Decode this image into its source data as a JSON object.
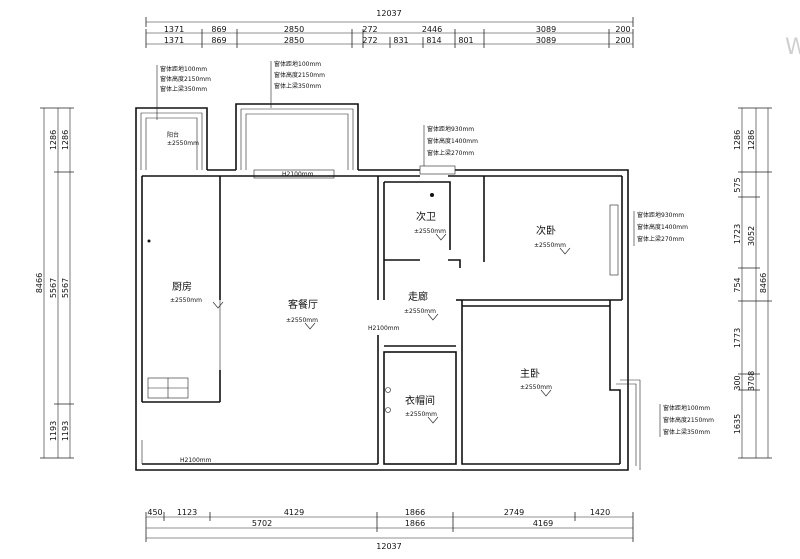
{
  "watermark": "W",
  "dimensions": {
    "top_total": "12037",
    "top_row1": [
      "1371",
      "869",
      "2850",
      "272",
      "2446",
      "3089",
      "200"
    ],
    "top_row2": [
      "1371",
      "869",
      "2850",
      "272",
      "831",
      "814",
      "801",
      "3089",
      "200"
    ],
    "bottom_row1": [
      "450",
      "1123",
      "4129",
      "1866",
      "2749",
      "1420"
    ],
    "bottom_row2": [
      "5702",
      "1866",
      "4169"
    ],
    "bottom_total": "12037",
    "left_total": "8466",
    "left_parts": [
      "1286",
      "5567",
      "1193"
    ],
    "left_parts_inner": [
      "1286",
      "5567",
      "1193"
    ],
    "right_total": "8466",
    "right_parts": [
      "1286",
      "3052",
      "3708"
    ],
    "right_parts_inner": [
      "1286",
      "575",
      "1723",
      "754",
      "1773",
      "300",
      "1635"
    ]
  },
  "window_notes": {
    "balcony_left": [
      "窗体距地100mm",
      "窗体高度2150mm",
      "窗体上梁350mm"
    ],
    "balcony_right": [
      "窗体距地100mm",
      "窗体高度2150mm",
      "窗体上梁350mm"
    ],
    "bath": [
      "窗体距地930mm",
      "窗体高度1400mm",
      "窗体上梁270mm"
    ],
    "second_bedroom": [
      "窗体距地930mm",
      "窗体高度1400mm",
      "窗体上梁270mm"
    ],
    "master": [
      "窗体距地100mm",
      "窗体高度2150mm",
      "窗体上梁350mm"
    ]
  },
  "rooms": {
    "balcony": "阳台",
    "kitchen": "厨房",
    "living": "客餐厅",
    "bath": "次卫",
    "second_bedroom": "次卧",
    "corridor": "走廊",
    "closet": "衣帽间",
    "master": "主卧"
  },
  "elevations": {
    "balcony": "±2550mm",
    "kitchen": "±2550mm",
    "living": "±2550mm",
    "bath": "±2550mm",
    "second_bedroom": "±2550mm",
    "corridor": "±2550mm",
    "closet": "±2550mm",
    "master": "±2550mm"
  },
  "heights": {
    "living_top": "H2100mm",
    "corridor_door": "H2100mm",
    "kitchen_bottom": "H2100mm"
  }
}
